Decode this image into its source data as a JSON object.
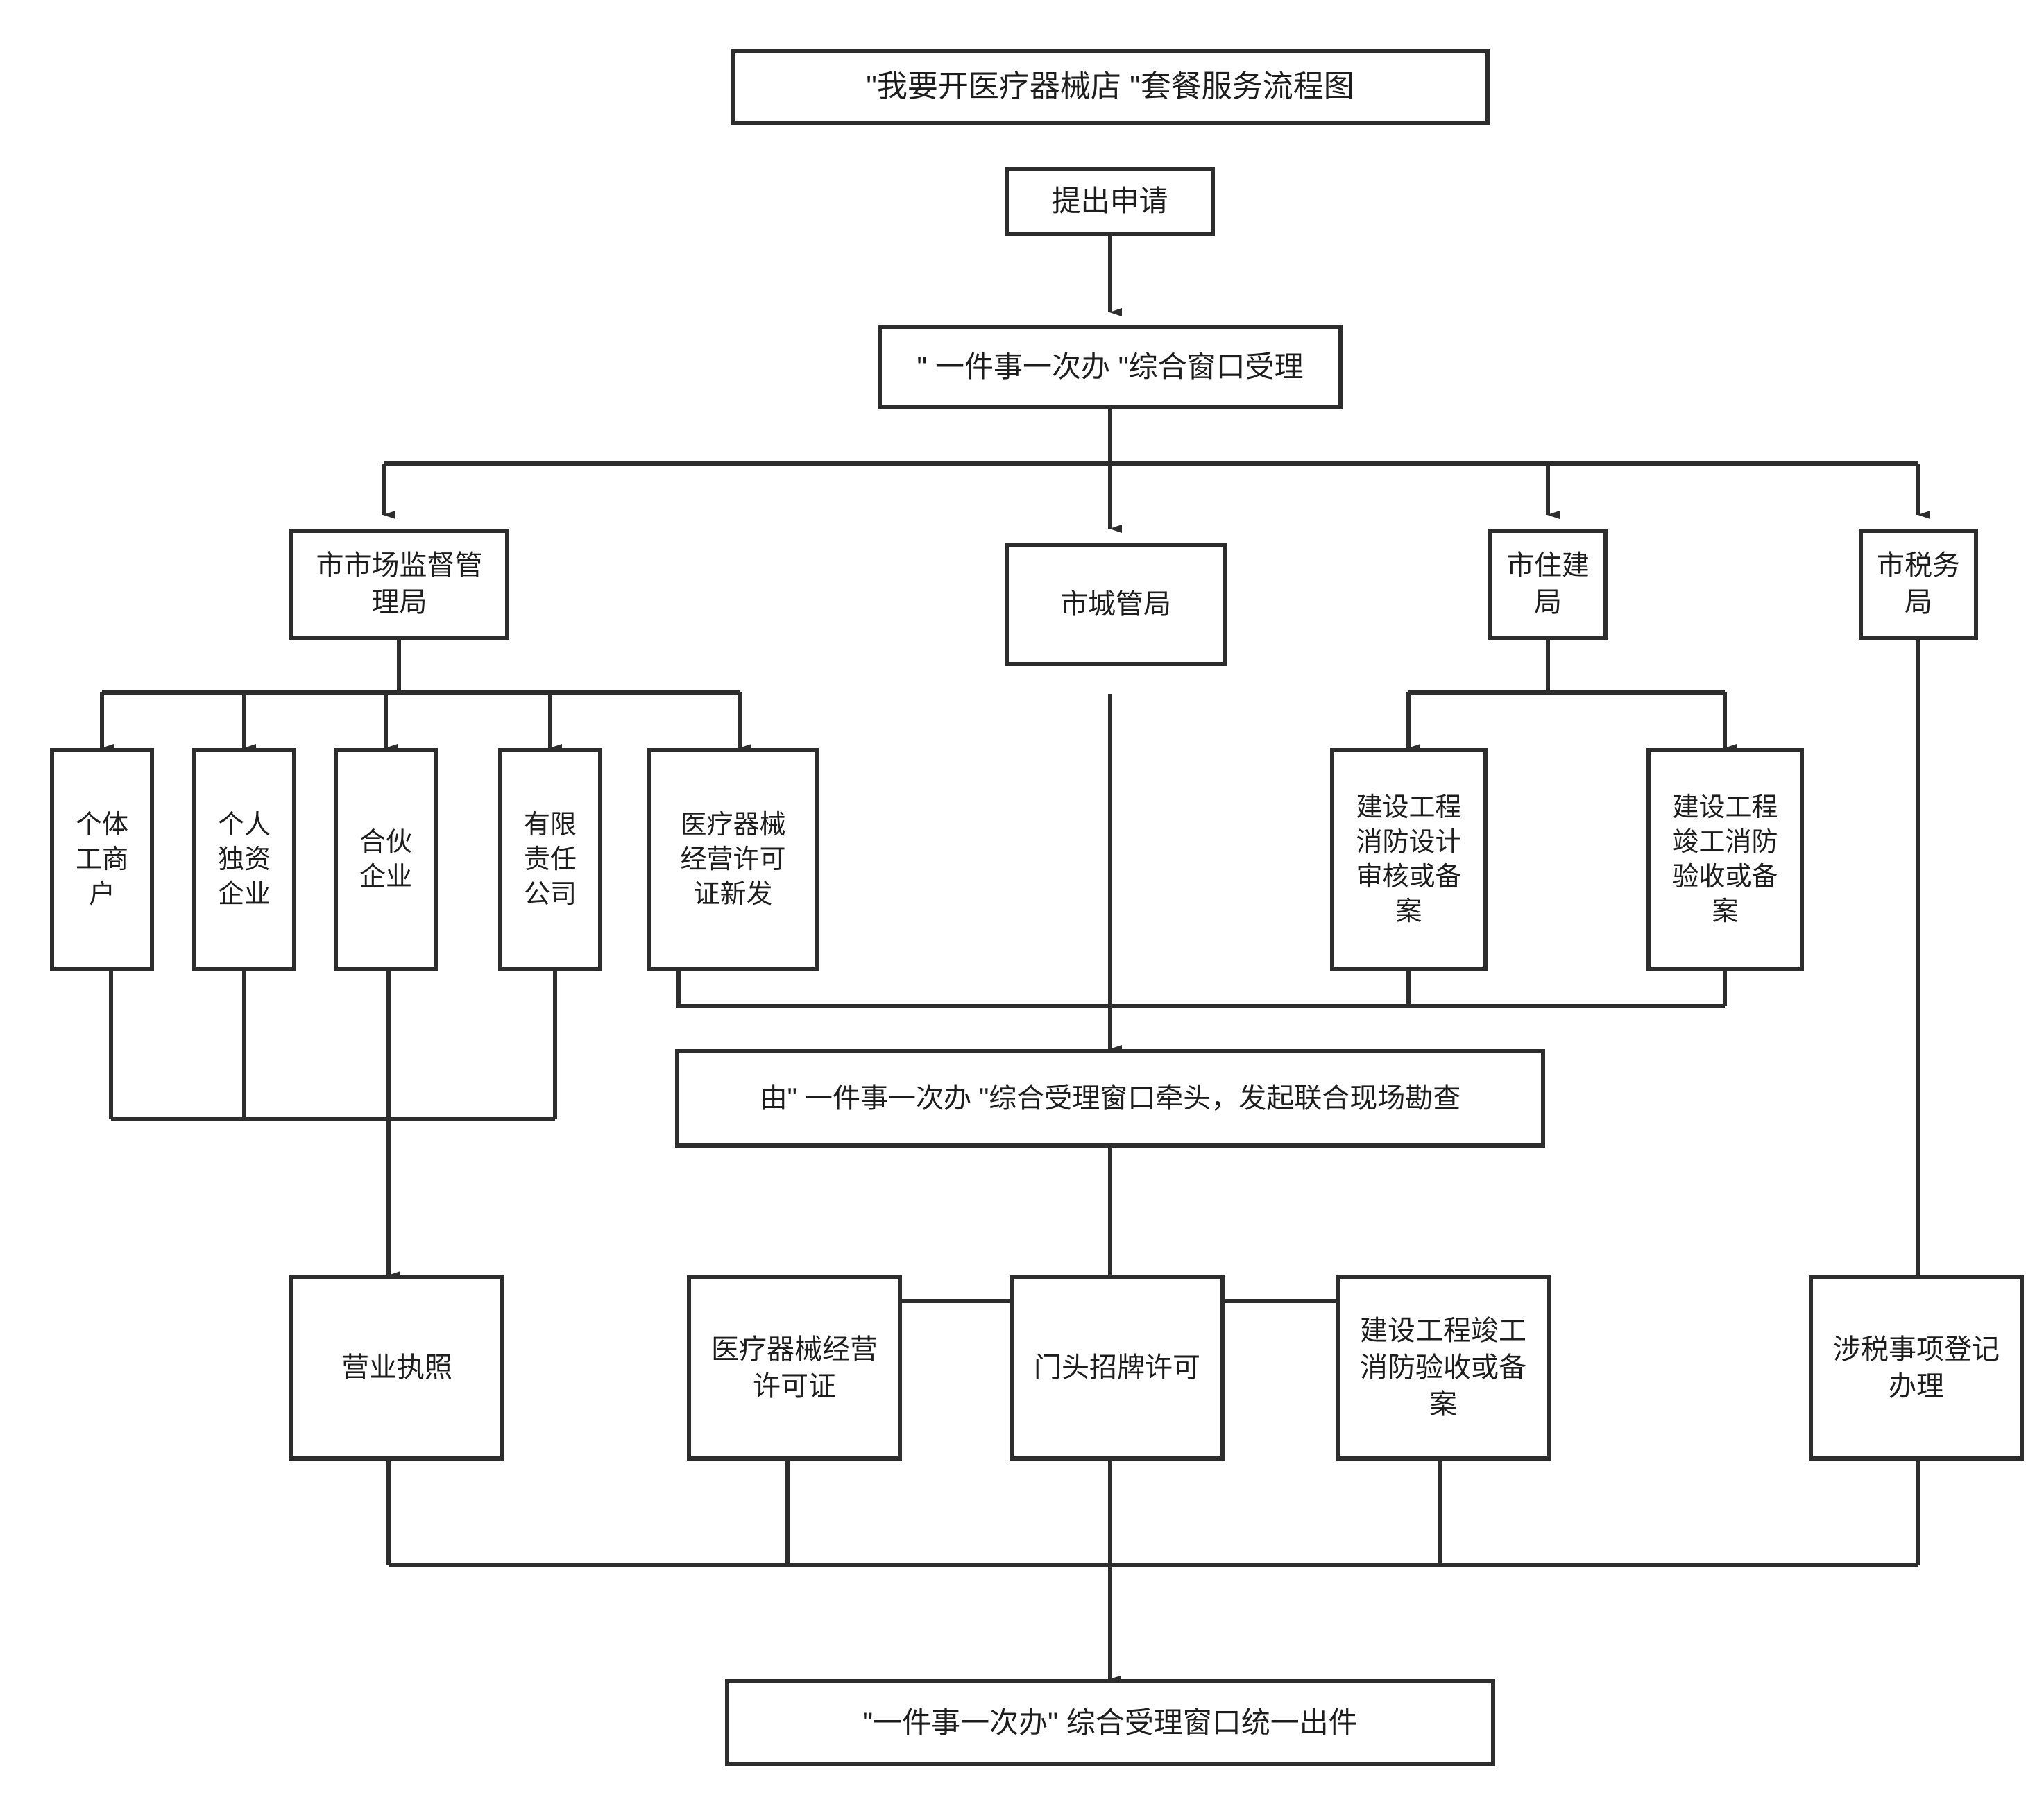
{
  "diagram": {
    "title": "\"我要开医疗器械店\"套餐服务流程图",
    "nodes": {
      "title_box": "\"我要开医疗器械店 \"套餐服务流程图",
      "apply": "提出申请",
      "window_accept": "\" 一件事一次办 \"综合窗口受理",
      "dept_market": "市市场监督管\n理局",
      "dept_chengguan": "市城管局",
      "dept_zhujian": "市住建局",
      "dept_shuiwu": "市税务局",
      "biz_getihu": "个体\n工商\n户",
      "biz_geren": "个人\n独资\n企业",
      "biz_hehuo": "合伙\n企业",
      "biz_youxian": "有限\n责任\n公司",
      "biz_medical_new": "医疗器械\n经营许可\n证新发",
      "fire_design": "建设工程\n消防设计\n审核或备\n案",
      "fire_accept": "建设工程\n竣工消防\n验收或备\n案",
      "joint_survey": "由\" 一件事一次办 \"综合受理窗口牵头，发起联合现场勘查",
      "res_license": "营业执照",
      "res_medical": "医疗器械经营\n许可证",
      "res_sign": "门头招牌许可",
      "res_fire": "建设工程竣工\n消防验收或备\n案",
      "res_tax": "涉税事项登记\n办理",
      "final_output": "\"一件事一次办\" 综合受理窗口统一出件"
    },
    "colors": {
      "stroke": "#2d2d2d",
      "text": "#1d1d1d",
      "background": "#ffffff"
    },
    "flow_edges": [
      "提出申请 → \"一件事一次办\"综合窗口受理",
      "\"一件事一次办\"综合窗口受理 → 市市场监督管理局",
      "\"一件事一次办\"综合窗口受理 → 市城管局",
      "\"一件事一次办\"综合窗口受理 → 市住建局",
      "\"一件事一次办\"综合窗口受理 → 市税务局",
      "市市场监督管理局 → 个体工商户",
      "市市场监督管理局 → 个人独资企业",
      "市市场监督管理局 → 合伙企业",
      "市市场监督管理局 → 有限责任公司",
      "市市场监督管理局 → 医疗器械经营许可证新发",
      "市住建局 → 建设工程消防设计审核或备案",
      "市住建局 → 建设工程竣工消防验收或备案",
      "个体工商户/个人独资企业/合伙企业/有限责任公司 → 营业执照",
      "医疗器械经营许可证新发 → 由\"一件事一次办\"综合受理窗口牵头，发起联合现场勘查",
      "市城管局 → 由\"一件事一次办\"综合受理窗口牵头，发起联合现场勘查",
      "建设工程消防设计审核或备案/建设工程竣工消防验收或备案 → 由\"一件事一次办\"综合受理窗口牵头，发起联合现场勘查",
      "由\"一件事一次办\"综合受理窗口牵头，发起联合现场勘查 → 医疗器械经营许可证",
      "由\"一件事一次办\"综合受理窗口牵头，发起联合现场勘查 → 门头招牌许可",
      "由\"一件事一次办\"综合受理窗口牵头，发起联合现场勘查 → 建设工程竣工消防验收或备案",
      "市税务局 → 涉税事项登记办理",
      "营业执照/医疗器械经营许可证/门头招牌许可/建设工程竣工消防验收或备案/涉税事项登记办理 → \"一件事一次办\"综合受理窗口统一出件"
    ]
  }
}
